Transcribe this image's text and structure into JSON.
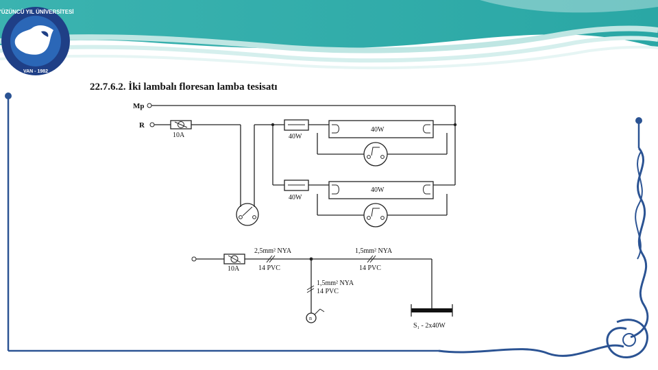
{
  "slide": {
    "title": "22.7.6.2. İki lambalı floresan lamba tesisatı"
  },
  "logo": {
    "top_text": "YÜZÜNCÜ YIL ÜNİVERSİTESİ",
    "bottom_text": "VAN - 1982"
  },
  "wiring_diagram": {
    "neutral_label": "Mp",
    "phase_label": "R",
    "fuse_rating": "10A",
    "ballast_1": "40W",
    "lamp_1": "40W",
    "ballast_2": "40W",
    "lamp_2": "40W"
  },
  "installation_diagram": {
    "fuse_rating": "10A",
    "cable_1_type": "2,5mm² NYA",
    "cable_1_conduit": "14 PVC",
    "cable_2_type": "1,5mm² NYA",
    "cable_2_conduit": "14 PVC",
    "cable_3_type": "1,5mm² NYA",
    "cable_3_conduit": "14 PVC",
    "switch_symbol": "n",
    "fixture_label": "S₁ - 2x40W"
  },
  "colors": {
    "teal": "#3bb3b0",
    "teal_light": "#a6dcd9",
    "navy": "#1f3f86",
    "border_blue": "#2b5393",
    "line": "#222222"
  }
}
